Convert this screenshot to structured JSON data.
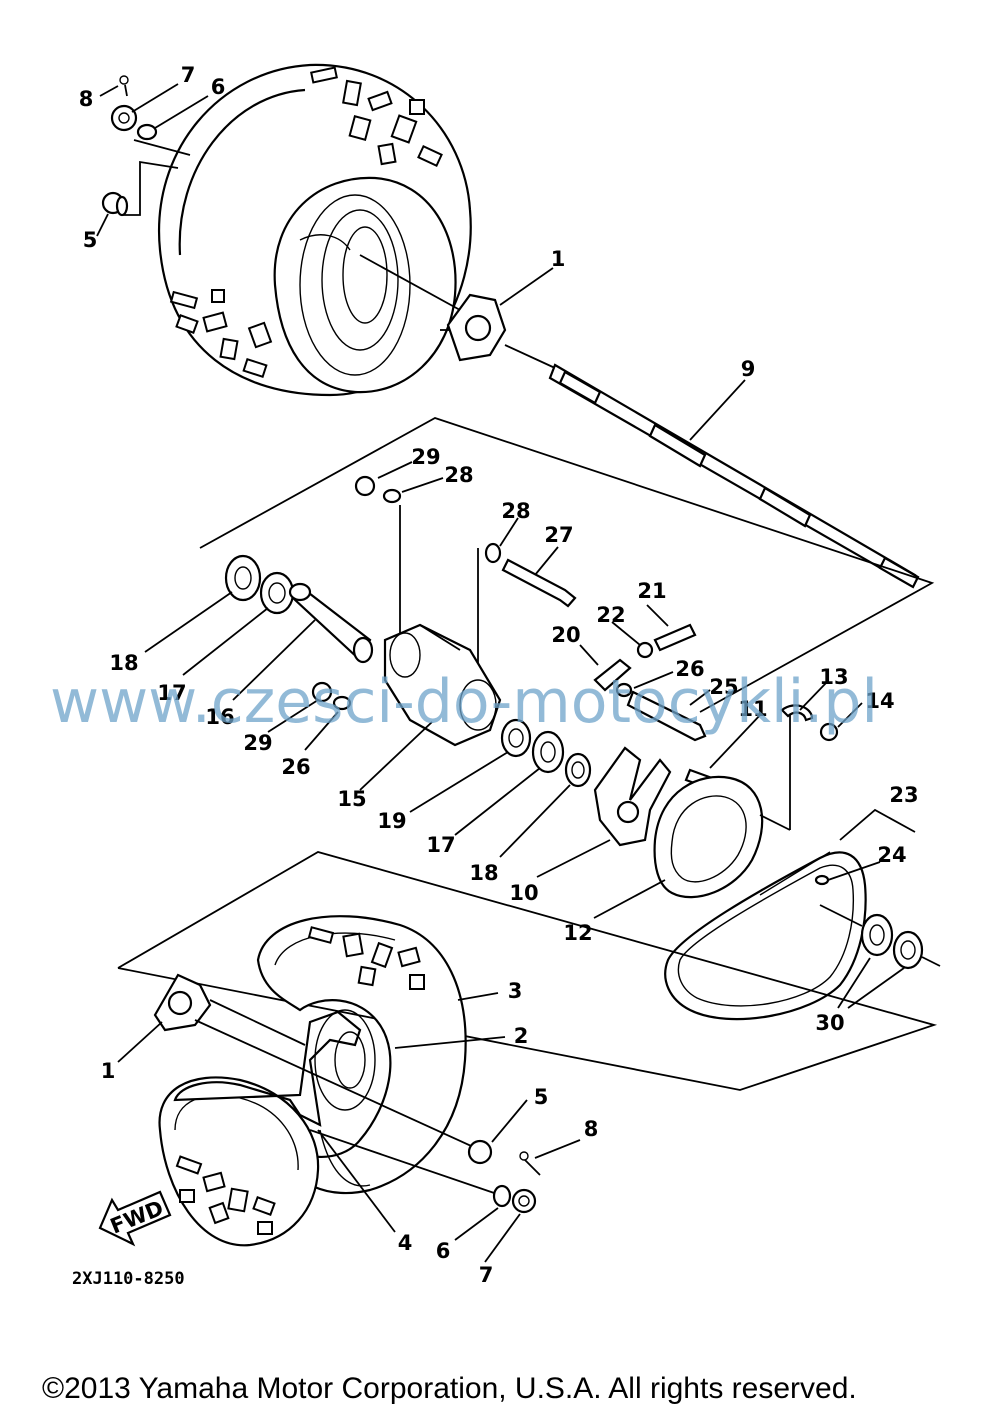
{
  "diagram": {
    "part_code": "2XJ110-8250",
    "fwd_label": "FWD",
    "watermark": "www.czesci-do-motocykli.pl",
    "copyright": "©2013 Yamaha Motor Corporation, U.S.A. All rights reserved.",
    "callouts": {
      "c1a": "1",
      "c1b": "1",
      "c2": "2",
      "c3": "3",
      "c4": "4",
      "c5a": "5",
      "c5b": "5",
      "c6a": "6",
      "c6b": "6",
      "c7a": "7",
      "c7b": "7",
      "c8a": "8",
      "c8b": "8",
      "c9": "9",
      "c10": "10",
      "c11": "11",
      "c12": "12",
      "c13": "13",
      "c14": "14",
      "c15": "15",
      "c16": "16",
      "c17a": "17",
      "c17b": "17",
      "c18a": "18",
      "c18b": "18",
      "c19": "19",
      "c20": "20",
      "c21": "21",
      "c22": "22",
      "c23": "23",
      "c24": "24",
      "c25": "25",
      "c26a": "26",
      "c26b": "26",
      "c27": "27",
      "c28a": "28",
      "c28b": "28",
      "c29a": "29",
      "c29b": "29",
      "c30": "30"
    }
  }
}
